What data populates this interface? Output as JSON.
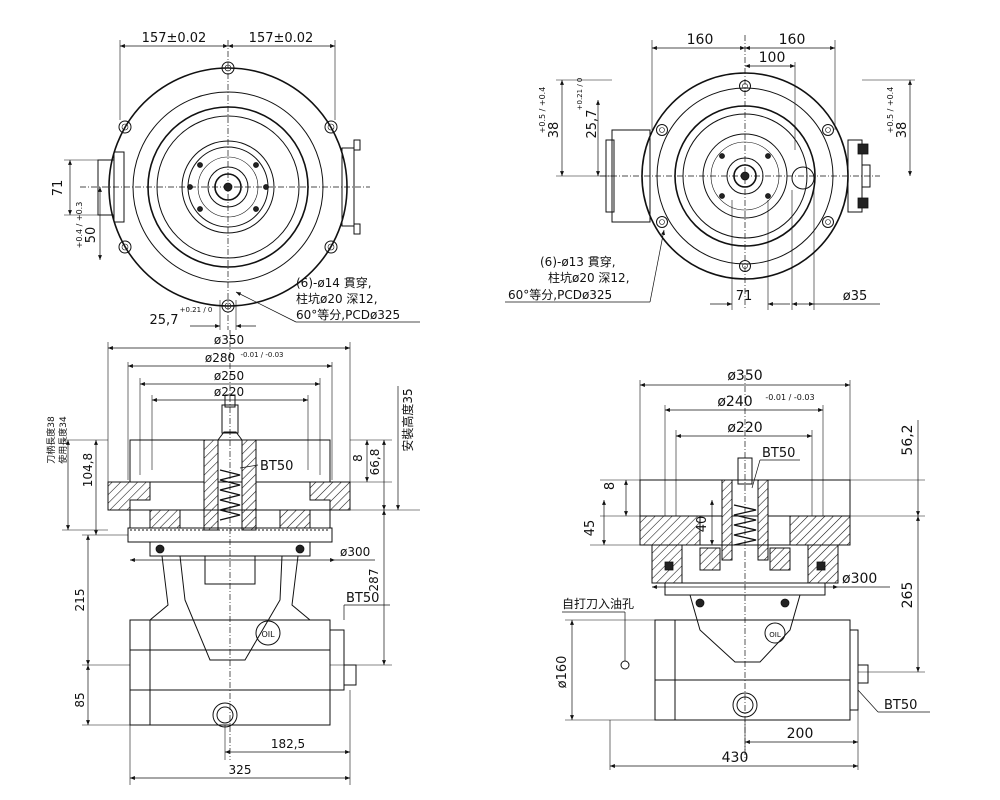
{
  "page": {
    "background": "#ffffff",
    "ink": "#111111"
  },
  "top_left_view": {
    "dim_157_left": "157±0.02",
    "dim_157_right": "157±0.02",
    "dim_71": "71",
    "dim_50_base": "50",
    "dim_50_tol": "+0.4 / +0.3",
    "dim_25_7_base": "25,7",
    "dim_25_7_tol": "+0.21 / 0",
    "note_line1": "(6)-ø14 貫穿,",
    "note_line2": "柱坑ø20 深12,",
    "note_line3": "60°等分,PCDø325"
  },
  "top_right_view": {
    "dim_160_left": "160",
    "dim_160_right": "160",
    "dim_100": "100",
    "dim_38_left_base": "38",
    "dim_38_left_tol": "+0.5 / +0.4",
    "dim_25_7_base": "25,7",
    "dim_25_7_tol": "+0.21 / 0",
    "dim_38_right_base": "38",
    "dim_38_right_tol": "+0.5 / +0.4",
    "dim_71": "71",
    "dim_35": "ø35",
    "note_line1": "(6)-ø13 貫穿,",
    "note_line2": "柱坑ø20 深12,",
    "note_line3": "60°等分,PCDø325"
  },
  "bottom_left_view": {
    "dim_350": "ø350",
    "dim_280_base": "ø280",
    "dim_280_tol": "-0.01 / -0.03",
    "dim_250": "ø250",
    "dim_220": "ø220",
    "label_bt50_top": "BT50",
    "label_bt50_side": "BT50",
    "dim_8": "8",
    "dim_66_8": "66,8",
    "dim_install_height": "安裝高度35",
    "dim_104_8": "104,8",
    "label_ref_38": "刀柄長度38",
    "label_ref_34": "使用長度34",
    "dim_300": "ø300",
    "dim_287": "287",
    "dim_215": "215",
    "dim_85": "85",
    "dim_182_5": "182,5",
    "dim_325": "325",
    "oil_label": "OIL"
  },
  "bottom_right_view": {
    "dim_350": "ø350",
    "dim_240_base": "ø240",
    "dim_240_tol": "-0.01 / -0.03",
    "dim_220": "ø220",
    "label_bt50_top": "BT50",
    "dim_56_2": "56,2",
    "dim_8": "8",
    "dim_45": "45",
    "dim_40": "40",
    "dim_300": "ø300",
    "dim_265": "265",
    "label_oil_hole": "自打刀入油孔",
    "dim_160": "ø160",
    "label_bt50_side": "BT50",
    "dim_200": "200",
    "dim_430": "430",
    "oil_label": "OIL"
  }
}
